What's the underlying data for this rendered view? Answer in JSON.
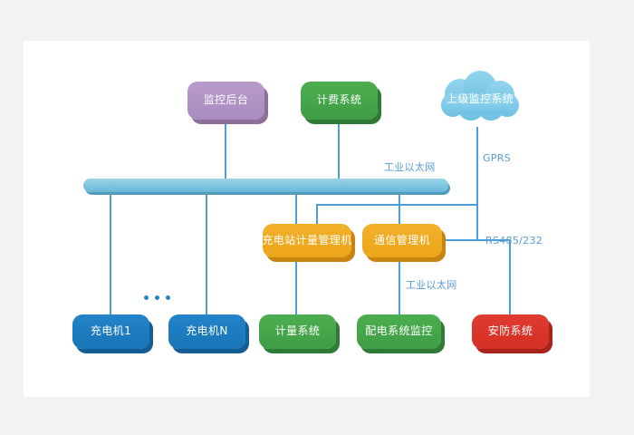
{
  "canvas": {
    "background": "#f2f2f4",
    "page_background": "#ffffff"
  },
  "diagram": {
    "title_nodes": {
      "monitor_backend": "监控后台",
      "billing_system": "计费系统",
      "upper_monitor_cloud": "上级监控系统",
      "station_metering_manager": "充电站计量管理机",
      "communication_manager": "通信管理机",
      "charger_1": "充电机1",
      "charger_n": "充电机N",
      "metering_system": "计量系统",
      "power_distribution_monitor": "配电系统监控",
      "security_system": "安防系统"
    },
    "edge_labels": {
      "industrial_ethernet_top": "工业以太网",
      "industrial_ethernet_bottom": "工业以太网",
      "gprs": "GPRS",
      "rs485_232": "RS485/232"
    },
    "ellipsis": "•••",
    "colors": {
      "purple": "#a98cc0",
      "green": "#3f9d45",
      "orange": "#eda518",
      "blue": "#1874b6",
      "red": "#d32f24",
      "cloud": "#7ecbe8",
      "bus": "#7cc4e0",
      "line": "#4a9fd8",
      "label_text": "#5b9bd5"
    }
  }
}
